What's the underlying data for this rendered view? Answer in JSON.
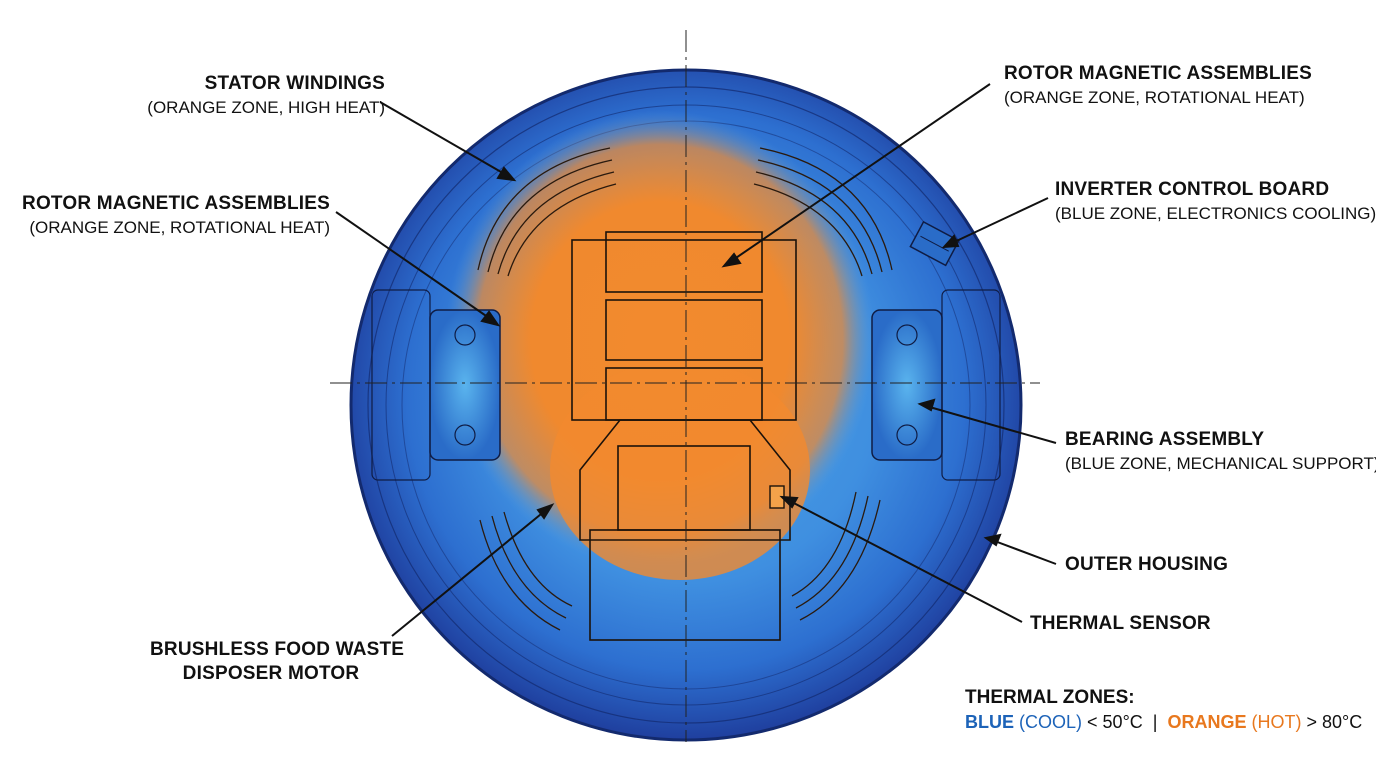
{
  "labels": {
    "stator_windings": {
      "title": "STATOR WINDINGS",
      "sub": "(ORANGE ZONE, HIGH HEAT)"
    },
    "rotor_left": {
      "title": "ROTOR MAGNETIC ASSEMBLIES",
      "sub": "(ORANGE ZONE, ROTATIONAL HEAT)"
    },
    "rotor_right": {
      "title": "ROTOR MAGNETIC ASSEMBLIES",
      "sub": "(ORANGE ZONE, ROTATIONAL HEAT)"
    },
    "inverter": {
      "title": "INVERTER CONTROL BOARD",
      "sub": "(BLUE ZONE, ELECTRONICS COOLING)"
    },
    "bearing": {
      "title": "BEARING ASSEMBLY",
      "sub": "(BLUE ZONE, MECHANICAL SUPPORT)"
    },
    "outer_housing": {
      "title": "OUTER HOUSING"
    },
    "thermal_sensor": {
      "title": "THERMAL SENSOR"
    },
    "motor_name": {
      "line1": "BRUSHLESS FOOD WASTE",
      "line2": "DISPOSER MOTOR"
    }
  },
  "legend": {
    "title": "THERMAL ZONES:",
    "blue_word": "BLUE",
    "blue_desc": "(COOL)",
    "blue_range": "< 50°C",
    "separator": "|",
    "orange_word": "ORANGE",
    "orange_desc": "(HOT)",
    "orange_range": "> 80°C"
  },
  "colors": {
    "cool": "#1d63b8",
    "cool_dark": "#1f3f9e",
    "hot": "#f28a2e",
    "line": "#111111"
  }
}
